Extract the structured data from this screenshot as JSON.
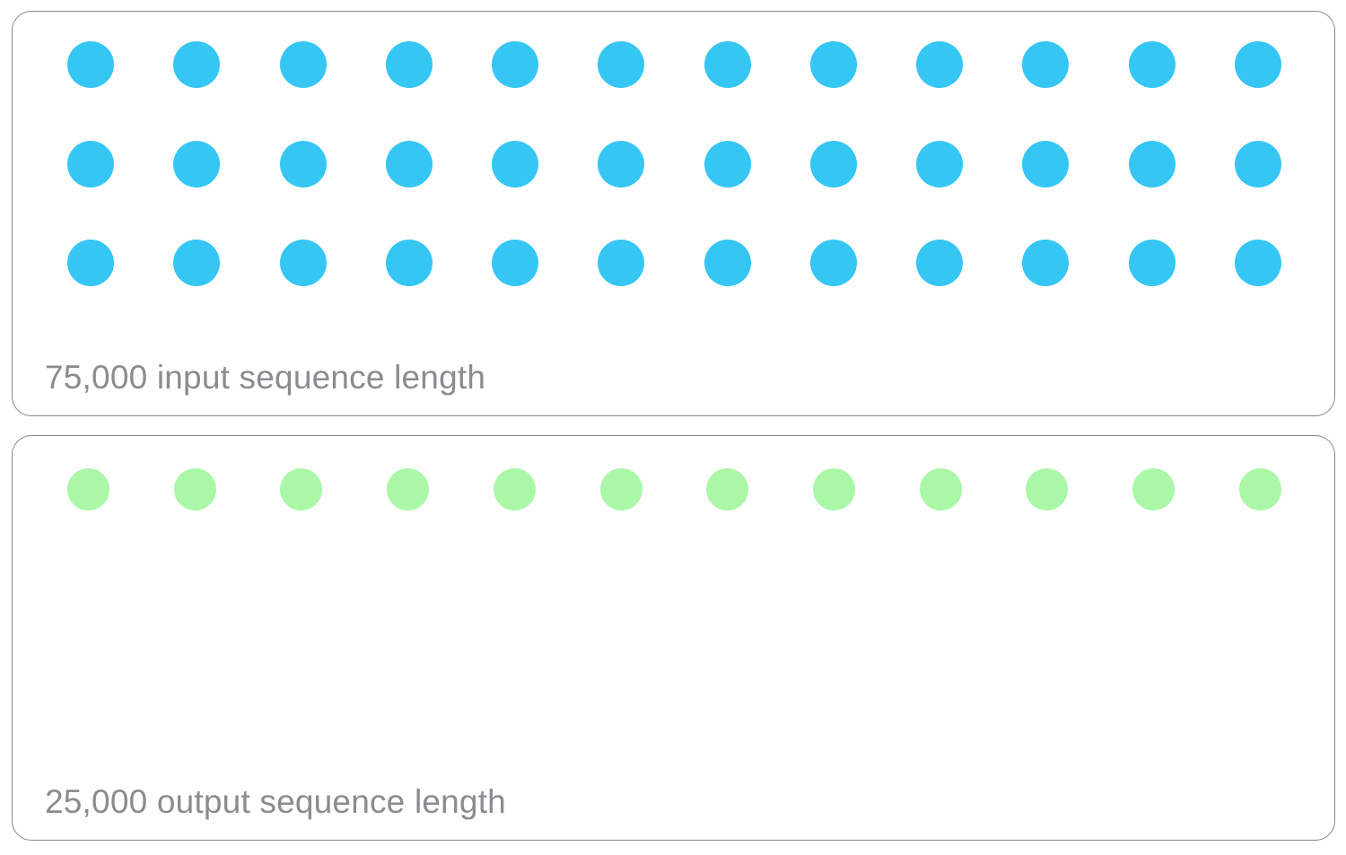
{
  "diagram": {
    "type": "token-sequence-illustration",
    "background_color": "#ffffff",
    "cards": [
      {
        "id": "input",
        "label": "75,000 input sequence length",
        "count_text": "75,000",
        "value": 75000,
        "kind": "input",
        "dot_color": "#35c6f4",
        "dot_rows": 3,
        "dots_per_row": 12,
        "total_dots": 36,
        "border_color": "#86868b",
        "label_color": "#8b8b90"
      },
      {
        "id": "output",
        "label": "25,000 output sequence length",
        "count_text": "25,000",
        "value": 25000,
        "kind": "output",
        "dot_color": "#aaf7a8",
        "dot_rows": 1,
        "dots_per_row": 12,
        "total_dots": 12,
        "border_color": "#86868b",
        "label_color": "#8b8b90"
      }
    ]
  },
  "chart_data": {
    "type": "bar",
    "title": "",
    "categories": [
      "75,000 input sequence length",
      "25,000 output sequence length"
    ],
    "values": [
      75000,
      25000
    ],
    "units": "tokens",
    "encoding": "each dot represents 1/12 of a row of tokens; input shown as 3 rows of 12 dots, output as 1 row of 12 dots",
    "series": [
      {
        "name": "input sequence length",
        "values": [
          75000
        ],
        "color": "#35c6f4",
        "dots": 36
      },
      {
        "name": "output sequence length",
        "values": [
          25000
        ],
        "color": "#aaf7a8",
        "dots": 12
      }
    ],
    "xlabel": "",
    "ylabel": "",
    "grid": false,
    "legend": "none"
  }
}
